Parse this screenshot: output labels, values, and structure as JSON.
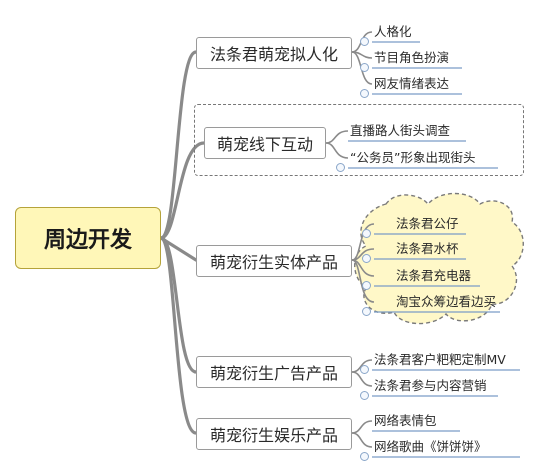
{
  "root": {
    "label": "周边开发"
  },
  "branches": [
    {
      "label": "法条君萌宠拟人化",
      "leaves": [
        "人格化",
        "节目角色扮演",
        "网友情绪表达"
      ]
    },
    {
      "label": "萌宠线下互动",
      "leaves": [
        "直播路人街头调查",
        "“公务员”形象出现街头"
      ]
    },
    {
      "label": "萌宠衍生实体产品",
      "leaves": [
        "法条君公仔",
        "法条君水杯",
        "法条君充电器",
        "淘宝众筹边看边买"
      ]
    },
    {
      "label": "萌宠衍生广告产品",
      "leaves": [
        "法条君客户粑粑定制MV",
        "法条君参与内容营销"
      ]
    },
    {
      "label": "萌宠衍生娱乐产品",
      "leaves": [
        "网络表情包",
        "网络歌曲《饼饼饼》"
      ]
    }
  ],
  "colors": {
    "root_fill": "#fff7b8",
    "cloud_fill": "#fff8c8",
    "line": "#8a8a8a",
    "leaf_underline": "#7a9cc6"
  }
}
